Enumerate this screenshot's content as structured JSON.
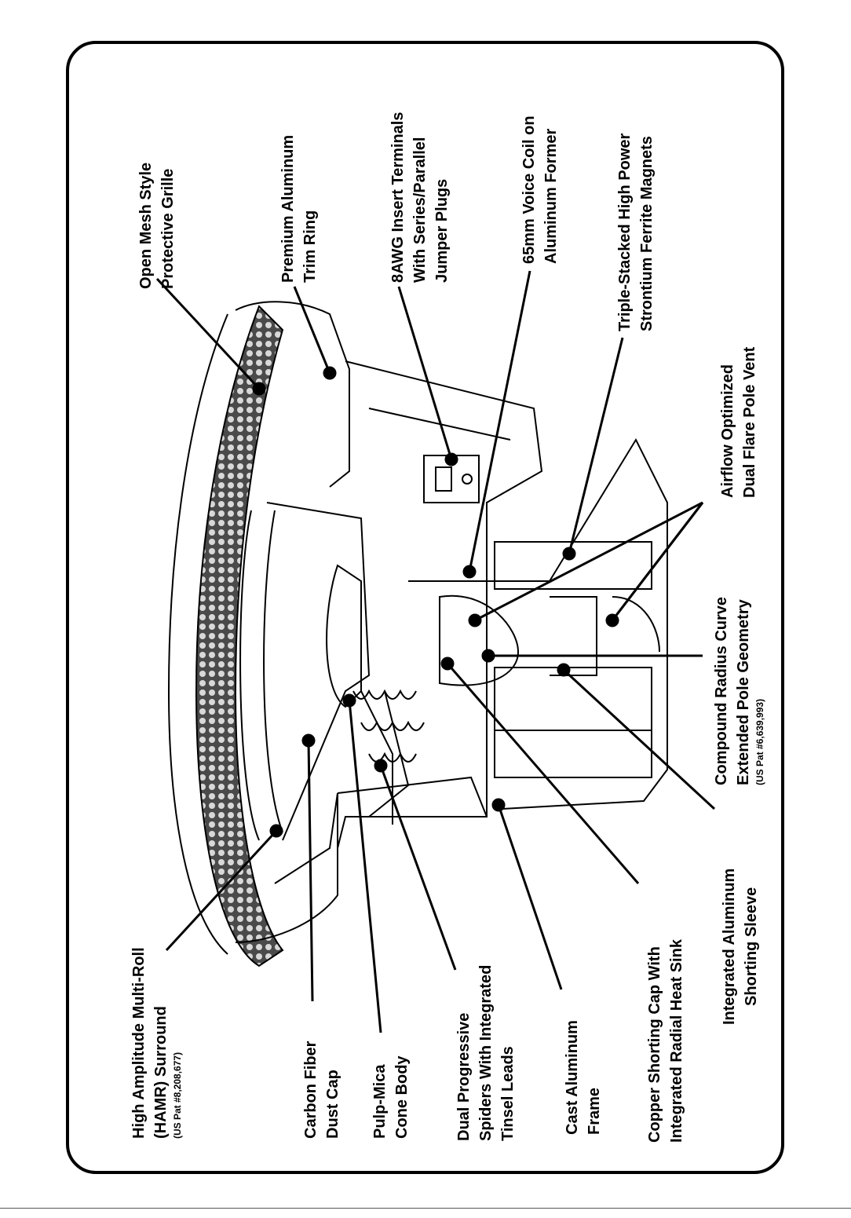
{
  "labels": {
    "grille": [
      "Open Mesh Style",
      "Protective Grille"
    ],
    "trim": [
      "Premium Aluminum",
      "Trim Ring"
    ],
    "terminals": [
      "8AWG Insert Terminals",
      "With Series/Parallel",
      "Jumper Plugs"
    ],
    "coil": [
      "65mm Voice Coil on",
      "Aluminum Former"
    ],
    "magnets": [
      "Triple-Stacked High Power",
      "Strontium Ferrite Magnets"
    ],
    "vent": [
      "Airflow Optimized",
      "Dual Flare Pole Vent"
    ],
    "pole": [
      "Compound Radius Curve",
      "Extended Pole Geometry"
    ],
    "pole_pat": "(US Pat #6,639,993)",
    "sleeve": [
      "Integrated Aluminum",
      "Shorting Sleeve"
    ],
    "copper": [
      "Copper Shorting Cap With",
      "Integrated Radial Heat Sink"
    ],
    "frame": [
      "Cast Aluminum",
      "Frame"
    ],
    "spiders": [
      "Dual Progressive",
      "Spiders With Integrated",
      "Tinsel Leads"
    ],
    "cone": [
      "Pulp-Mica",
      "Cone Body"
    ],
    "dustcap": [
      "Carbon Fiber",
      "Dust Cap"
    ],
    "surround": [
      "High Amplitude Multi-Roll",
      "(HAMR) Surround"
    ],
    "surround_pat": "(US Pat #8,208,677)"
  }
}
